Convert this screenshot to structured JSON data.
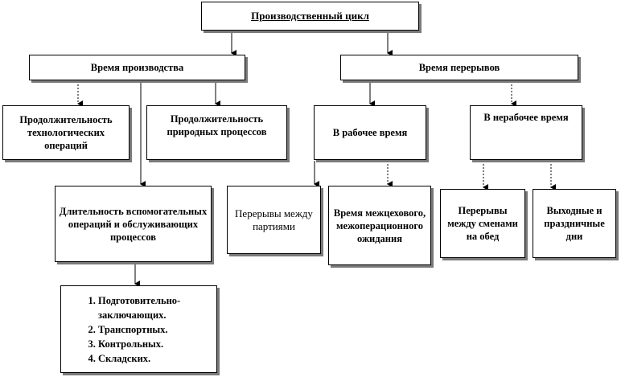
{
  "diagram": {
    "root": "Производственный цикл",
    "production_time": "Время производства",
    "break_time": "Время перерывов",
    "tech_ops": "Продолжительность технологических операций",
    "natural": "Продолжительность природных процессов",
    "auxiliary": "Длительность вспомогательных операций и обслуживающих процессов",
    "working_time": "В рабочее время",
    "non_working_time": "В нерабочее время",
    "between_batches": "Перерывы между партиями",
    "inter_shop": "Время межцехового, межоперационного ожидания",
    "lunch": "Перерывы между сменами на обед",
    "holidays": "Выходные и праздничные дни",
    "aux_list": [
      "Подготовительно-заключающих.",
      "Транспортных.",
      "Контрольных.",
      "Складских."
    ]
  }
}
